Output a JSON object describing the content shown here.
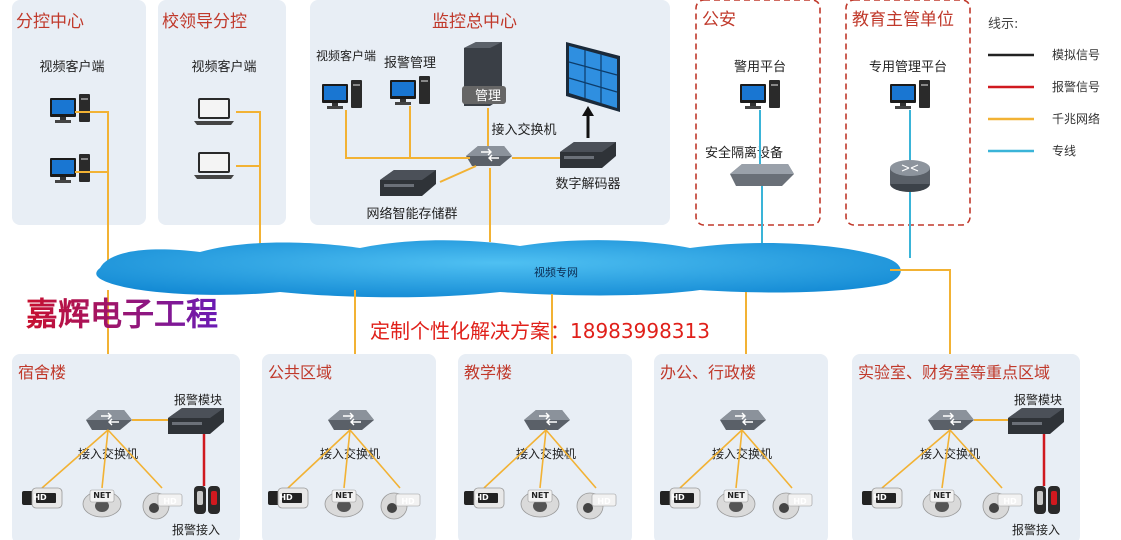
{
  "colors": {
    "panel_bg": "#e8eef5",
    "title_red": "#c0392b",
    "line_analog": "#222222",
    "line_alarm": "#d0191f",
    "line_gigabit": "#f2b234",
    "line_dedicated": "#3ab4d8",
    "cloud": "#1a9be0",
    "brand_gradient_start": "#c8102e",
    "brand_gradient_end": "#6a1bb5",
    "banner_red": "#e0201a"
  },
  "top_panels": {
    "branch_center": {
      "title": "分控中心",
      "client_label": "视频客户端"
    },
    "school_leader": {
      "title": "校领导分控",
      "client_label": "视频客户端"
    },
    "monitor_center": {
      "title": "监控总中心",
      "client_label": "视频客户端",
      "alarm_mgmt_label": "报警管理",
      "server_label": "管理",
      "switch_label": "接入交换机",
      "decoder_label": "数字解码器",
      "storage_label": "网络智能存储群"
    },
    "police": {
      "title": "公安",
      "platform_label": "警用平台",
      "isolation_label": "安全隔离设备"
    },
    "education": {
      "title": "教育主管单位",
      "platform_label": "专用管理平台"
    }
  },
  "legend": {
    "title": "线示:",
    "items": [
      {
        "label": "模拟信号",
        "color": "#222222"
      },
      {
        "label": "报警信号",
        "color": "#d0191f"
      },
      {
        "label": "千兆网络",
        "color": "#f2b234"
      },
      {
        "label": "专线",
        "color": "#3ab4d8"
      }
    ]
  },
  "network": {
    "label": "视频专网"
  },
  "brand": "嘉辉电子工程",
  "banner": "定制个性化解决方案：18983998313",
  "bottom_panels": [
    {
      "title": "宿舍楼",
      "switch_label": "接入交换机",
      "alarm_module_label": "报警模块",
      "alarm_input_label": "报警接入",
      "has_alarm": true
    },
    {
      "title": "公共区域",
      "switch_label": "接入交换机",
      "has_alarm": false
    },
    {
      "title": "教学楼",
      "switch_label": "接入交换机",
      "has_alarm": false
    },
    {
      "title": "办公、行政楼",
      "switch_label": "接入交换机",
      "has_alarm": false
    },
    {
      "title": "实验室、财务室等重点区域",
      "switch_label": "接入交换机",
      "alarm_module_label": "报警模块",
      "alarm_input_label": "报警接入",
      "has_alarm": true
    }
  ],
  "camera_badges": {
    "hd": "HD",
    "net": "NET"
  }
}
